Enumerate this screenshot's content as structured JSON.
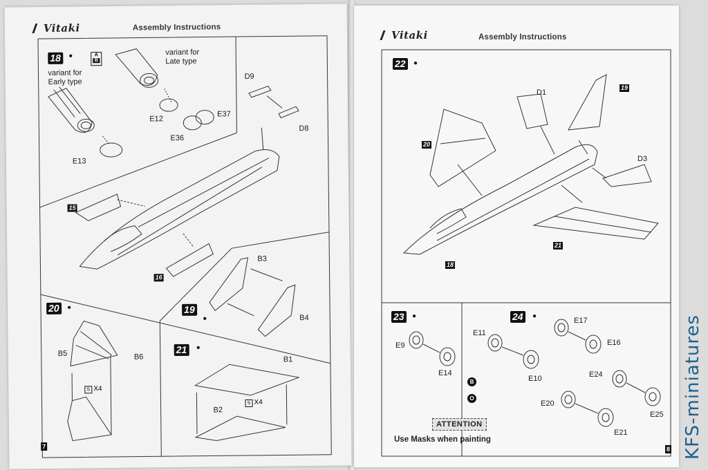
{
  "left_page": {
    "brand": "Vitaki",
    "header": "Assembly Instructions",
    "page_number": "7",
    "steps": {
      "s18": "18",
      "s19": "19",
      "s20": "20",
      "s21": "21"
    },
    "variant_early": [
      "variant for",
      "Early type"
    ],
    "variant_late": [
      "variant for",
      "Late type"
    ],
    "ab_badge": [
      "A",
      "B"
    ],
    "parts": {
      "e12": "E12",
      "e13": "E13",
      "e36": "E36",
      "e37": "E37",
      "d9": "D9",
      "d8": "D8",
      "b3": "B3",
      "b4": "B4",
      "b5": "B5",
      "b6": "B6",
      "b1": "B1",
      "b2": "B2"
    },
    "ref_parts": {
      "p15": "15",
      "p16": "16"
    },
    "mask_x4_a": "X4",
    "mask_x4_b": "X4"
  },
  "right_page": {
    "brand": "Vitaki",
    "header": "Assembly Instructions",
    "page_number": "8",
    "steps": {
      "s22": "22",
      "s23": "23",
      "s24": "24"
    },
    "parts": {
      "d1": "D1",
      "d3": "D3",
      "e9": "E9",
      "e14": "E14",
      "e11": "E11",
      "e10": "E10",
      "e17": "E17",
      "e16": "E16",
      "e24": "E24",
      "e25": "E25",
      "e20": "E20",
      "e21": "E21"
    },
    "ref_parts": {
      "p19": "19",
      "p20": "20",
      "p21": "21",
      "p18": "18"
    },
    "variant_marks": [
      "B",
      "O"
    ],
    "attention": "ATTENTION",
    "note": "Use Masks when painting"
  },
  "watermark": "KFS-miniatures"
}
